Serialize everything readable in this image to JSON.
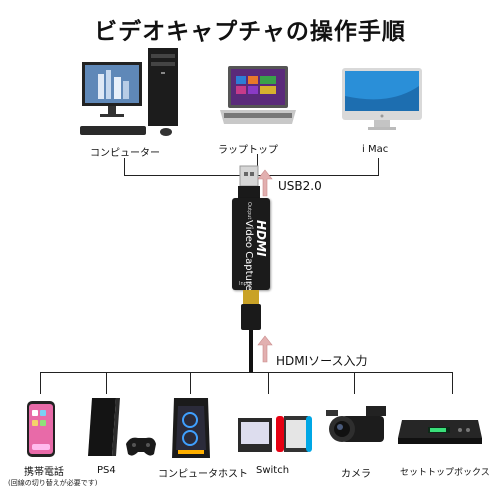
{
  "title": "ビデオキャプチャの操作手順",
  "top_devices": [
    {
      "label": "コンピューター"
    },
    {
      "label": "ラップトップ"
    },
    {
      "label": "i Mac"
    }
  ],
  "capture_device": {
    "usb_label": "USB2.0",
    "brand": "HDMI",
    "product": "Video Capture",
    "output_port": "Output",
    "input_port": "Input"
  },
  "hdmi_label": "HDMIソース入力",
  "bottom_devices": [
    {
      "label": "携帯電話",
      "note": "(回線の切り替えが必要です)"
    },
    {
      "label": "PS4"
    },
    {
      "label": "コンピュータホスト"
    },
    {
      "label": "Switch"
    },
    {
      "label": "カメラ"
    },
    {
      "label": "セットトップボックス"
    }
  ],
  "colors": {
    "line": "#222222",
    "arrow": "#d9a0a0",
    "device": "#1a1a1a"
  }
}
